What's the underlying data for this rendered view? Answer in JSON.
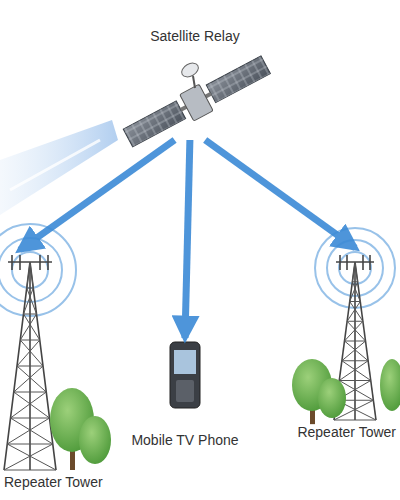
{
  "diagram": {
    "nodes": [
      {
        "text": [
          "Satellite Relay"
        ]
      },
      {
        "text": [
          "Repeater Tower"
        ]
      },
      {
        "text": [
          "Mobile TV Phone"
        ]
      },
      {
        "text": [
          "Repeater Tower"
        ]
      }
    ],
    "edges": [
      {
        "from": 0,
        "to": 1,
        "arrow": "to"
      },
      {
        "from": 0,
        "to": 2,
        "arrow": "to"
      },
      {
        "from": 0,
        "to": 3,
        "arrow": "to"
      }
    ]
  }
}
